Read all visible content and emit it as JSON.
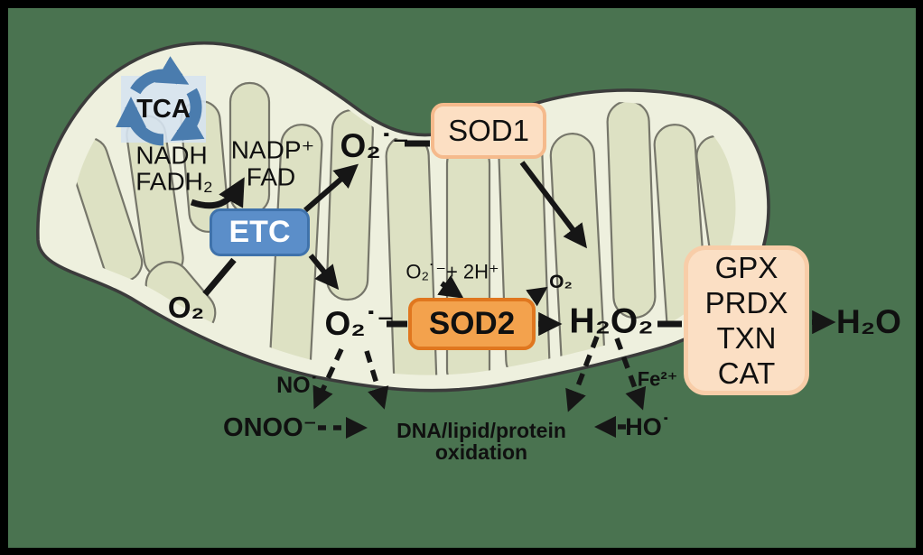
{
  "palette": {
    "background_green": "#4A7350",
    "frame_black": "#000000",
    "mito_outer_fill": "#EEF0DE",
    "mito_matrix_fill": "#DDE1C3",
    "mito_outline": "#3B3B3B",
    "mito_inner_outline": "#76766A",
    "etc_blue": "#5B8EC9",
    "tca_arrow_blue": "#4A7CAE",
    "sod1_fill": "#FCDFC3",
    "sod2_fill": "#F3A24D",
    "antiox_fill": "#FBDFC4",
    "arrow_black": "#161616"
  },
  "tca": {
    "label": "TCA"
  },
  "cofactors": {
    "nadh": "NADH",
    "fadh2": "FADH₂",
    "nadp": "NADP⁺",
    "fad": "FAD"
  },
  "etc_box": {
    "label": "ETC"
  },
  "enzyme_boxes": {
    "sod1": {
      "label": "SOD1"
    },
    "sod2": {
      "label": "SOD2"
    },
    "antioxidants": {
      "lines": [
        "GPX",
        "PRDX",
        "TXN",
        "CAT"
      ]
    }
  },
  "species": {
    "o2_substrate": "O₂",
    "superoxide_top": "O₂˙⁻",
    "superoxide_bottom": "O₂˙⁻",
    "sod2_reaction_input": "O₂˙⁻+ 2H⁺",
    "o2_product": "O₂",
    "h2o2": "H₂O₂",
    "h2o": "H₂O",
    "nitric_oxide": "NO˙",
    "peroxynitrite": "ONOO⁻",
    "ferrous_iron": "Fe²⁺",
    "hydroxyl_radical": "HO˙",
    "damage_line1": "DNA/lipid/protein",
    "damage_line2": "oxidation"
  }
}
